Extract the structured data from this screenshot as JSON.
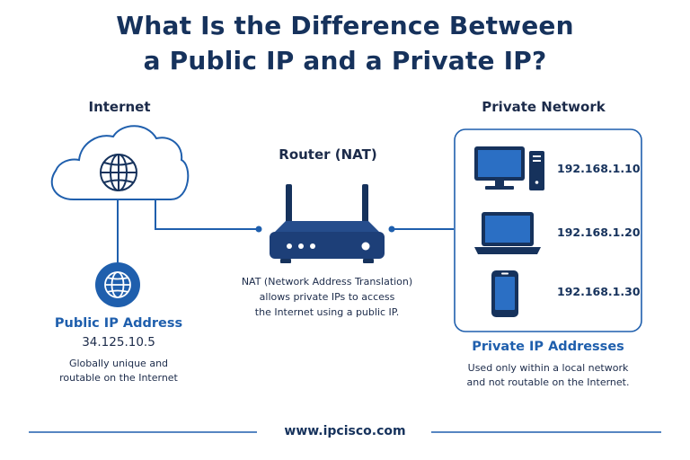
{
  "title": {
    "line1": "What Is the Difference Between",
    "line2": "a Public IP and a Private IP?"
  },
  "internet": {
    "heading": "Internet",
    "icon": "cloud-globe-icon"
  },
  "public_ip": {
    "icon": "globe-icon",
    "label": "Public IP Address",
    "address": "34.125.10.5",
    "desc_line1": "Globally unique and",
    "desc_line2": "routable on the Internet"
  },
  "router": {
    "heading": "Router (NAT)",
    "icon": "router-icon",
    "desc_line1": "NAT (Network Address Translation)",
    "desc_line2": "allows private IPs to access",
    "desc_line3": "the Internet using a public IP."
  },
  "private_network": {
    "heading": "Private Network",
    "devices": [
      {
        "icon": "desktop-computer-icon",
        "ip": "192.168.1.10"
      },
      {
        "icon": "laptop-icon",
        "ip": "192.168.1.20"
      },
      {
        "icon": "smartphone-icon",
        "ip": "192.168.1.30"
      }
    ],
    "label": "Private IP Addresses",
    "desc_line1": "Used only within a local network",
    "desc_line2": "and not routable on the Internet."
  },
  "footer": {
    "url": "www.ipcisco.com"
  },
  "colors": {
    "navy": "#16325c",
    "blue": "#1f5fad",
    "screen": "#2b6fc4",
    "router": "#1d3f78"
  }
}
